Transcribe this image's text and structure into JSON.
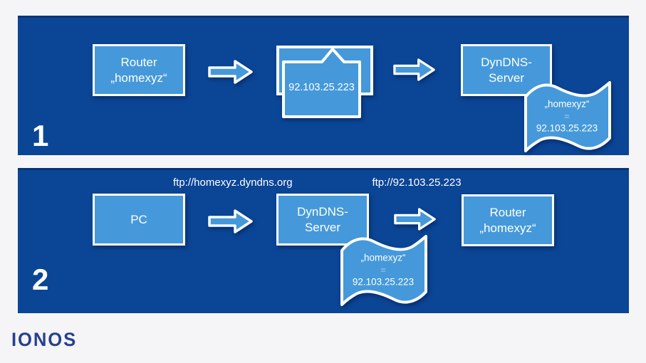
{
  "colors": {
    "background": "#f5f5f7",
    "panel_blue": "#0b4596",
    "box_blue": "#4599da",
    "outline_white": "#ffffff",
    "logo_blue": "#27418f"
  },
  "panel1": {
    "number": "1",
    "router_box": {
      "line1": "Router",
      "line2": "„homexyz“"
    },
    "message": {
      "ip": "92.103.25.223"
    },
    "server_box": {
      "line1": "DynDNS-",
      "line2": "Server"
    },
    "flag": {
      "line1": "„homexyz“",
      "line2": "=",
      "line3": "92.103.25.223"
    }
  },
  "panel2": {
    "number": "2",
    "label_left": "ftp://homexyz.dyndns.org",
    "label_right": "ftp://92.103.25.223",
    "pc_box": {
      "line1": "PC"
    },
    "server_box": {
      "line1": "DynDNS-",
      "line2": "Server"
    },
    "router_box": {
      "line1": "Router",
      "line2": "„homexyz“"
    },
    "flag": {
      "line1": "„homexyz“",
      "line2": "=",
      "line3": "92.103.25.223"
    }
  },
  "footer": {
    "brand": "IONOS"
  }
}
